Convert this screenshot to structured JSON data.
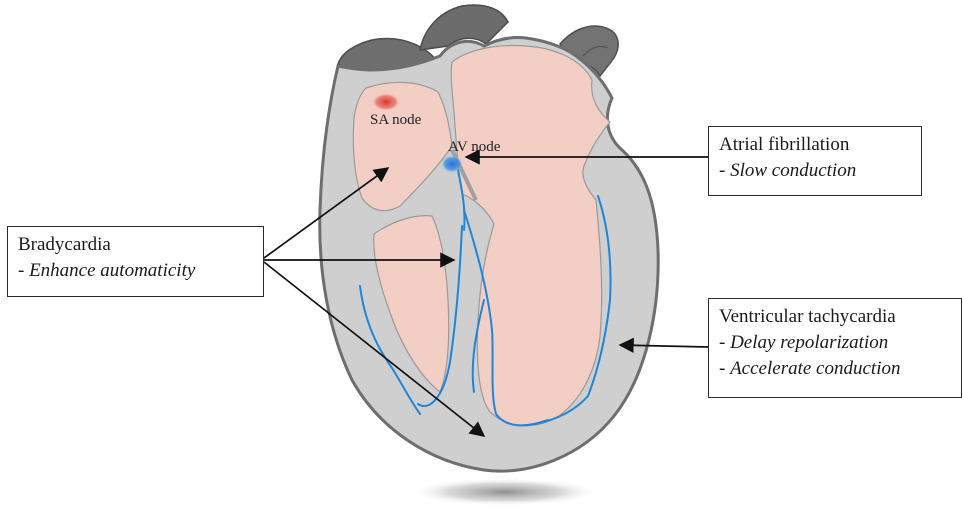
{
  "labels": {
    "sa_node": "SA node",
    "av_node": "AV node"
  },
  "callouts": {
    "bradycardia": {
      "title": "Bradycardia",
      "effects": [
        "Enhance automaticity"
      ]
    },
    "atrial_fibrillation": {
      "title": "Atrial fibrillation",
      "effects": [
        "Slow conduction"
      ]
    },
    "ventricular_tachycardia": {
      "title": "Ventricular tachycardia",
      "effects": [
        "Delay repolarization",
        "Accelerate conduction"
      ]
    }
  },
  "colors": {
    "outer_wall": "#6e6e6e",
    "wall_fill": "#cfcfcf",
    "chamber_fill": "#f2cec4",
    "conduction_path": "#1e86d8",
    "sa_node": "#d9342b",
    "av_node": "#1e72d8",
    "arrow": "#111111"
  }
}
